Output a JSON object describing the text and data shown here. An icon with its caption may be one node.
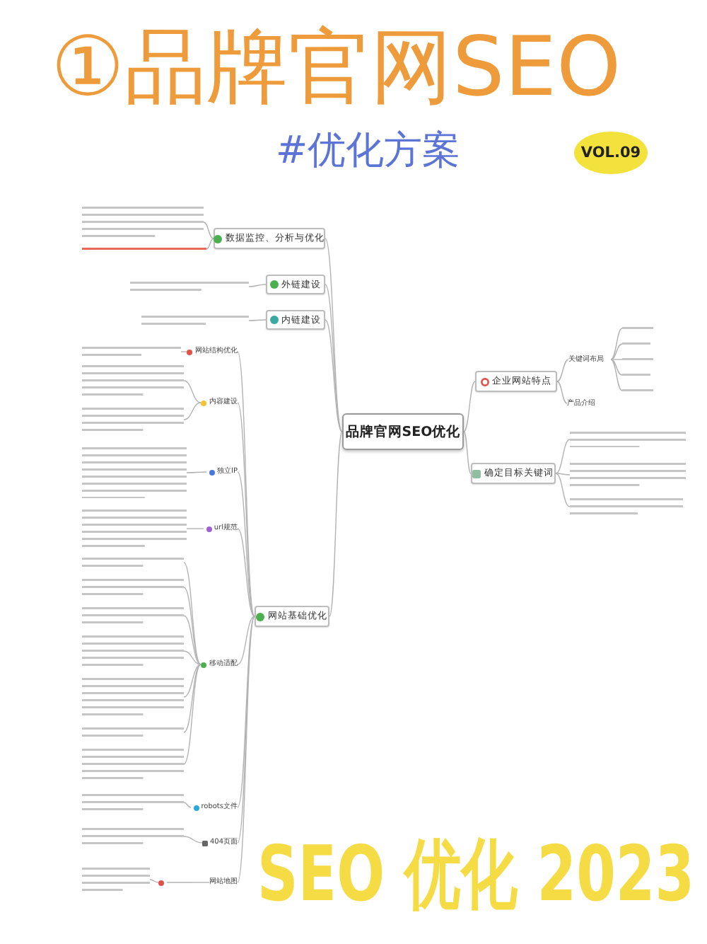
{
  "diagram": {
    "title": "①品牌官网SEO",
    "nodes": [
      {
        "text": [
          "VOL.09"
        ]
      },
      {
        "text": [
          "品牌官网SEO优化"
        ]
      },
      {
        "text": [
          "企业网站特点"
        ]
      },
      {
        "text": [
          "关键词布局"
        ]
      },
      {
        "text": [],
        "shape": "lines"
      },
      {
        "text": [],
        "shape": "lines"
      },
      {
        "text": [],
        "shape": "lines"
      },
      {
        "text": [],
        "shape": "lines"
      },
      {
        "text": [],
        "shape": "lines"
      },
      {
        "text": [
          "产品介绍"
        ]
      },
      {
        "text": [
          "确定目标关键词"
        ]
      },
      {
        "text": [],
        "shape": "lines"
      },
      {
        "text": [],
        "shape": "lines"
      },
      {
        "text": [],
        "shape": "lines"
      },
      {
        "text": [
          "数据监控、分析与优化"
        ]
      },
      {
        "text": [],
        "shape": "lines"
      },
      {
        "text": [],
        "shape": "lines"
      },
      {
        "text": [
          "外链建设"
        ]
      },
      {
        "text": [],
        "shape": "lines"
      },
      {
        "text": [
          "内链建设"
        ]
      },
      {
        "text": [],
        "shape": "lines"
      },
      {
        "text": [
          "网站基础优化"
        ]
      },
      {
        "text": [
          "网站结构优化"
        ]
      },
      {
        "text": [],
        "shape": "lines"
      },
      {
        "text": [
          "内容建设"
        ]
      },
      {
        "text": [],
        "shape": "lines"
      },
      {
        "text": [],
        "shape": "lines"
      },
      {
        "text": [
          "独立IP"
        ]
      },
      {
        "text": [],
        "shape": "lines"
      },
      {
        "text": [
          "url规范"
        ]
      },
      {
        "text": [],
        "shape": "lines"
      },
      {
        "text": [
          "移动适配"
        ]
      },
      {
        "text": [],
        "shape": "lines"
      },
      {
        "text": [],
        "shape": "lines"
      },
      {
        "text": [],
        "shape": "lines"
      },
      {
        "text": [],
        "shape": "lines"
      },
      {
        "text": [],
        "shape": "lines"
      },
      {
        "text": [],
        "shape": "lines"
      },
      {
        "text": [],
        "shape": "lines"
      },
      {
        "text": [
          "robots文件"
        ]
      },
      {
        "text": [],
        "shape": "lines"
      },
      {
        "text": [
          "404页面"
        ]
      },
      {
        "text": [],
        "shape": "lines"
      },
      {
        "text": [
          "网站地图"
        ]
      },
      {
        "text": [],
        "shape": "lines"
      },
      {
        "text": [],
        "shape": "lines"
      }
    ],
    "edges": [
      {
        "from": 1,
        "to": 2,
        "arrow": "none"
      },
      {
        "from": 2,
        "to": 3,
        "arrow": "none"
      },
      {
        "from": 3,
        "to": 4,
        "arrow": "none"
      },
      {
        "from": 3,
        "to": 5,
        "arrow": "none"
      },
      {
        "from": 3,
        "to": 6,
        "arrow": "none"
      },
      {
        "from": 3,
        "to": 7,
        "arrow": "none"
      },
      {
        "from": 3,
        "to": 8,
        "arrow": "none"
      },
      {
        "from": 2,
        "to": 9,
        "arrow": "none"
      },
      {
        "from": 1,
        "to": 10,
        "arrow": "none"
      },
      {
        "from": 10,
        "to": 11,
        "arrow": "none"
      },
      {
        "from": 10,
        "to": 12,
        "arrow": "none"
      },
      {
        "from": 10,
        "to": 13,
        "arrow": "none"
      },
      {
        "from": 1,
        "to": 14,
        "arrow": "none"
      },
      {
        "from": 14,
        "to": 15,
        "arrow": "none"
      },
      {
        "from": 14,
        "to": 16,
        "arrow": "none"
      },
      {
        "from": 1,
        "to": 17,
        "arrow": "none"
      },
      {
        "from": 17,
        "to": 18,
        "arrow": "none"
      },
      {
        "from": 1,
        "to": 19,
        "arrow": "none"
      },
      {
        "from": 19,
        "to": 20,
        "arrow": "none"
      },
      {
        "from": 1,
        "to": 21,
        "arrow": "none"
      },
      {
        "from": 21,
        "to": 22,
        "arrow": "none"
      },
      {
        "from": 22,
        "to": 23,
        "arrow": "none"
      },
      {
        "from": 21,
        "to": 24,
        "arrow": "none"
      },
      {
        "from": 24,
        "to": 25,
        "arrow": "none"
      },
      {
        "from": 24,
        "to": 26,
        "arrow": "none"
      },
      {
        "from": 21,
        "to": 27,
        "arrow": "none"
      },
      {
        "from": 27,
        "to": 28,
        "arrow": "none"
      },
      {
        "from": 21,
        "to": 29,
        "arrow": "none"
      },
      {
        "from": 29,
        "to": 30,
        "arrow": "none"
      },
      {
        "from": 21,
        "to": 31,
        "arrow": "none"
      },
      {
        "from": 31,
        "to": 32,
        "arrow": "none"
      },
      {
        "from": 31,
        "to": 33,
        "arrow": "none"
      },
      {
        "from": 31,
        "to": 34,
        "arrow": "none"
      },
      {
        "from": 31,
        "to": 35,
        "arrow": "none"
      },
      {
        "from": 31,
        "to": 36,
        "arrow": "none"
      },
      {
        "from": 31,
        "to": 37,
        "arrow": "none"
      },
      {
        "from": 31,
        "to": 38,
        "arrow": "none"
      },
      {
        "from": 21,
        "to": 39,
        "arrow": "none"
      },
      {
        "from": 39,
        "to": 40,
        "arrow": "none"
      },
      {
        "from": 21,
        "to": 41,
        "arrow": "none"
      },
      {
        "from": 41,
        "to": 42,
        "arrow": "none"
      },
      {
        "from": 21,
        "to": 43,
        "arrow": "none"
      },
      {
        "from": 43,
        "to": 44,
        "arrow": "none"
      },
      {
        "from": 44,
        "to": 45,
        "arrow": "none"
      }
    ],
    "labels": [
      "#优化方案",
      "SEO 优化 2023"
    ]
  }
}
